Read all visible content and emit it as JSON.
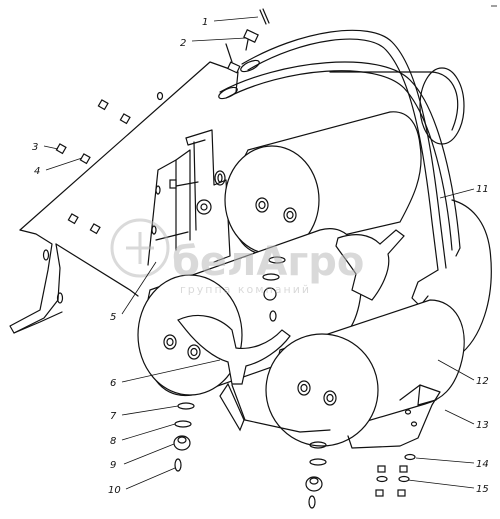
{
  "callouts": [
    {
      "id": "1",
      "label": "1"
    },
    {
      "id": "2",
      "label": "2"
    },
    {
      "id": "3",
      "label": "3"
    },
    {
      "id": "4",
      "label": "4"
    },
    {
      "id": "5",
      "label": "5"
    },
    {
      "id": "6",
      "label": "6"
    },
    {
      "id": "7",
      "label": "7"
    },
    {
      "id": "8",
      "label": "8"
    },
    {
      "id": "9",
      "label": "9"
    },
    {
      "id": "10",
      "label": "10"
    },
    {
      "id": "11",
      "label": "11"
    },
    {
      "id": "12",
      "label": "12"
    },
    {
      "id": "13",
      "label": "13"
    },
    {
      "id": "14",
      "label": "14"
    },
    {
      "id": "15a",
      "label": "15"
    },
    {
      "id": "15b",
      "label": "15"
    }
  ],
  "watermark": {
    "brand": "белАгро",
    "tagline": "группа компаний"
  },
  "colors": {
    "line": "#111111",
    "paper": "#ffffff",
    "watermark": "#bbbbbb"
  }
}
